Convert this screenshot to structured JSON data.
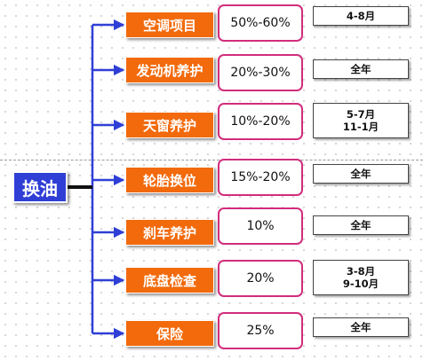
{
  "root_label": "换油",
  "accent_colors": {
    "root": "#2f3fd6",
    "service": "#f26a0c",
    "percent_border": "#d12d7c",
    "connector": "#2f3fd6"
  },
  "rows": [
    {
      "service": "空调项目",
      "percent": "50%-60%",
      "period": [
        "4-8月"
      ]
    },
    {
      "service": "发动机养护",
      "percent": "20%-30%",
      "period": [
        "全年"
      ]
    },
    {
      "service": "天窗养护",
      "percent": "10%-20%",
      "period": [
        "5-7月",
        "11-1月"
      ]
    },
    {
      "service": "轮胎换位",
      "percent": "15%-20%",
      "period": [
        "全年"
      ]
    },
    {
      "service": "刹车养护",
      "percent": "10%",
      "period": [
        "全年"
      ]
    },
    {
      "service": "底盘检查",
      "percent": "20%",
      "period": [
        "3-8月",
        "9-10月"
      ]
    },
    {
      "service": "保险",
      "percent": "25%",
      "period": [
        "全年"
      ]
    }
  ]
}
